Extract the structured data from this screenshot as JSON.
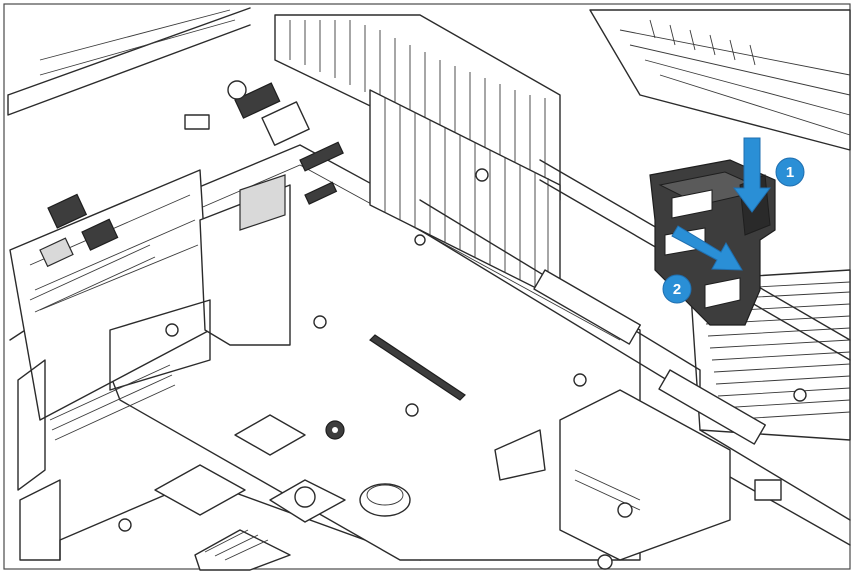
{
  "figure": {
    "steps": [
      {
        "number": "1",
        "direction": "down"
      },
      {
        "number": "2",
        "direction": "down-right"
      }
    ],
    "colors": {
      "callout": "#2a8fd6",
      "arrow": "#2a8fd6",
      "component": "#3d3d3d",
      "line_art": "#2b2b2b",
      "background": "#ffffff"
    }
  }
}
